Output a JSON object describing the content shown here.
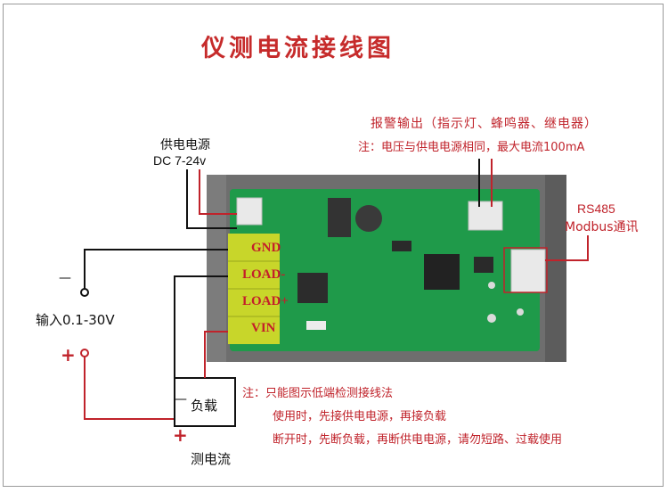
{
  "title": "仪测电流接线图",
  "alarm": {
    "line1": "报警输出（指示灯、蜂鸣器、继电器）",
    "line2": "注：电压与供电电源相同，最大电流100mA"
  },
  "power": {
    "label": "供电电源",
    "spec": "DC 7-24v"
  },
  "rs485": {
    "line1": "RS485",
    "line2": "Modbus通讯"
  },
  "terminals": [
    "GND",
    "LOAD-",
    "LOAD+",
    "VIN"
  ],
  "input": {
    "minus": "—",
    "label": "输入0.1-30V",
    "plus": "+"
  },
  "load": {
    "label": "负载",
    "minus": "—",
    "plus": "+",
    "caption": "测电流"
  },
  "notes": [
    "注：只能图示低端检测接线法",
    "使用时，先接供电电源，再接负载",
    "断开时，先断负载，再断供电电源，请勿短路、过载使用"
  ],
  "colors": {
    "red": "#c0232b",
    "pcb": "#1f9a4a",
    "terminal": "#c8d62a",
    "case": "#6e6e6e"
  }
}
